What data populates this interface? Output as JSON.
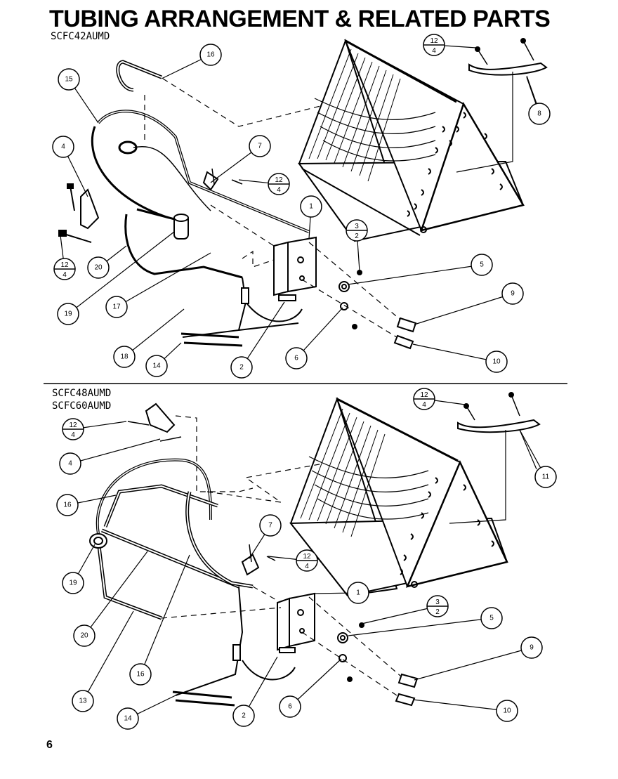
{
  "title": "TUBING ARRANGEMENT & RELATED PARTS",
  "top_section": {
    "model": "SCFC42AUMD",
    "callouts": [
      "16",
      "15",
      "4",
      "7",
      "1",
      "5",
      "8",
      "9",
      "10",
      "2",
      "6",
      "18",
      "14",
      "17",
      "19",
      "20"
    ],
    "fractions": [
      {
        "num": "12",
        "den": "4"
      },
      {
        "num": "12",
        "den": "4"
      },
      {
        "num": "12",
        "den": "4"
      },
      {
        "num": "3",
        "den": "2"
      }
    ]
  },
  "bottom_section": {
    "models": [
      "SCFC48AUMD",
      "SCFC60AUMD"
    ],
    "callouts": [
      "4",
      "16",
      "7",
      "1",
      "5",
      "11",
      "9",
      "10",
      "19",
      "20",
      "16",
      "13",
      "14",
      "2",
      "6"
    ],
    "fractions": [
      {
        "num": "12",
        "den": "4"
      },
      {
        "num": "12",
        "den": "4"
      },
      {
        "num": "12",
        "den": "4"
      },
      {
        "num": "3",
        "den": "2"
      }
    ]
  },
  "page_number": "6"
}
